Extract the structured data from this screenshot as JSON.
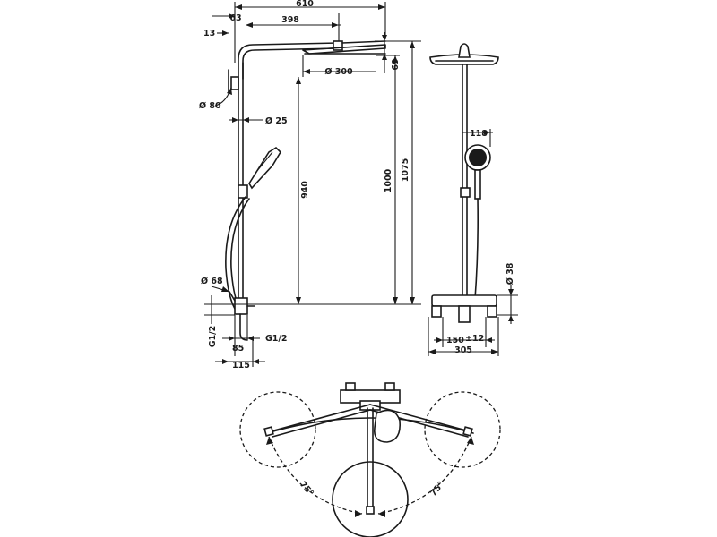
{
  "drawing": {
    "side_view_dimensions": {
      "overall_width": "610",
      "offset_63": "63",
      "arm_398": "398",
      "wall_13": "13",
      "height_69": "69",
      "head_diameter": "Ø 300",
      "flange_diameter": "Ø 80",
      "rail_diameter": "Ø 25",
      "height_940": "940",
      "height_1000": "1000",
      "height_1075": "1075",
      "escutcheon_diameter": "Ø 68",
      "inlet_thread_left": "G1/2",
      "dim_85": "85",
      "outlet_thread": "G1/2",
      "dim_115": "115"
    },
    "front_view_dimensions": {
      "handshower_118": "118",
      "diameter_38": "Ø 38",
      "centres": "150",
      "tolerance": "±12",
      "total_305": "305"
    },
    "plan_view_dimensions": {
      "angle_left": "75°",
      "angle_right": "75°"
    }
  }
}
